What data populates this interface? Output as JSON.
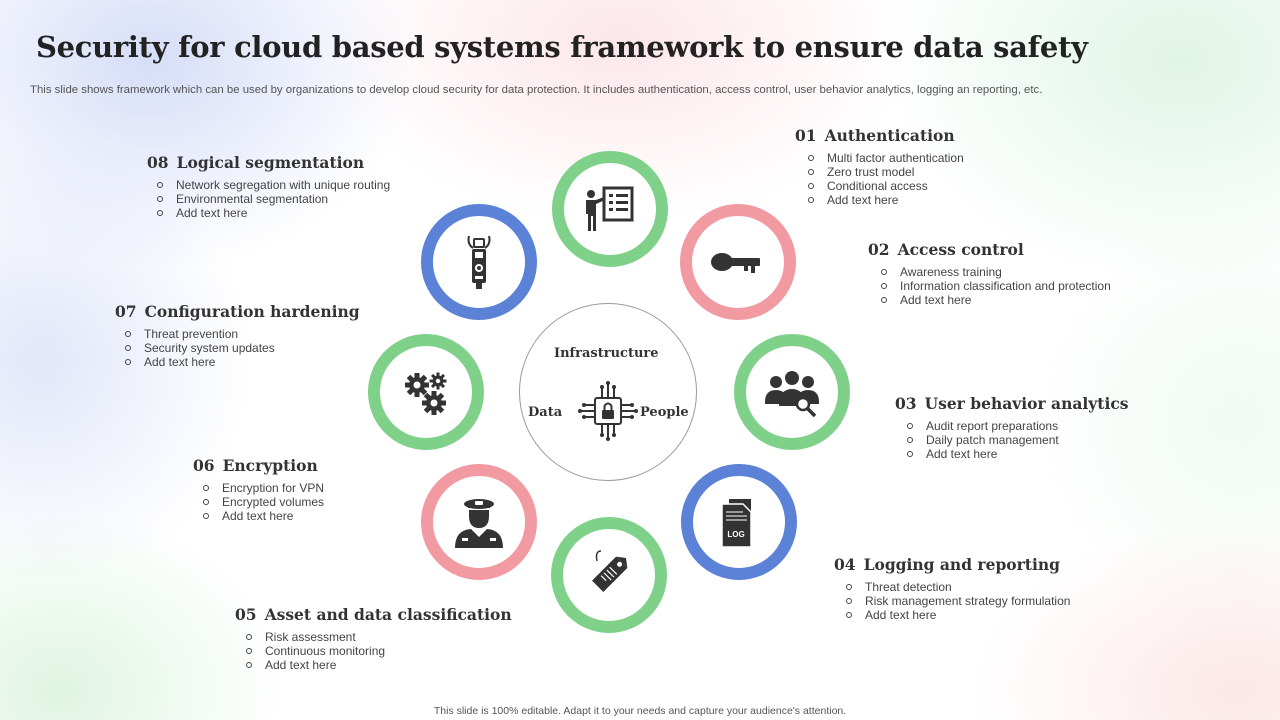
{
  "title": "Security for cloud based systems framework to ensure data safety",
  "subtitle": "This slide shows framework which can be used by organizations to develop cloud security for data protection. It includes authentication, access control, user behavior analytics, logging an reporting, etc.",
  "footer": "This slide is 100% editable. Adapt it to your needs and capture your audience's attention.",
  "center": {
    "top": "Infrastructure",
    "left": "Data",
    "right": "People",
    "icon": "chip-lock-icon"
  },
  "colors": {
    "green": "#7fd18a",
    "pink": "#f29aa1",
    "blue": "#5b82d6",
    "icon": "#333333"
  },
  "steps": [
    {
      "num": "01",
      "title": "Authentication",
      "icon": "presentation-board-icon",
      "ring": "green",
      "items": [
        "Multi factor authentication",
        "Zero trust model",
        "Conditional access",
        "Add text here"
      ]
    },
    {
      "num": "02",
      "title": "Access control",
      "icon": "key-icon",
      "ring": "pink",
      "items": [
        "Awareness training",
        "Information classification and protection",
        "Add text here"
      ]
    },
    {
      "num": "03",
      "title": "User behavior analytics",
      "icon": "user-group-search-icon",
      "ring": "green",
      "items": [
        "Audit report preparations",
        "Daily patch management",
        "Add text here"
      ]
    },
    {
      "num": "04",
      "title": "Logging and reporting",
      "icon": "log-document-icon",
      "ring": "blue",
      "items": [
        "Threat detection",
        "Risk management strategy formulation",
        "Add text here"
      ]
    },
    {
      "num": "05",
      "title": "Asset and data classification",
      "icon": "tag-icon",
      "ring": "green",
      "items": [
        "Risk assessment",
        "Continuous monitoring",
        "Add text here"
      ]
    },
    {
      "num": "06",
      "title": "Encryption",
      "icon": "security-guard-icon",
      "ring": "pink",
      "items": [
        "Encryption for VPN",
        "Encrypted volumes",
        "Add text here"
      ]
    },
    {
      "num": "07",
      "title": "Configuration hardening",
      "icon": "gears-icon",
      "ring": "green",
      "items": [
        "Threat prevention",
        "Security system updates",
        "Add text here"
      ]
    },
    {
      "num": "08",
      "title": "Logical segmentation",
      "icon": "usb-device-icon",
      "ring": "blue",
      "items": [
        "Network segregation with unique routing",
        "Environmental segmentation",
        "Add text here"
      ]
    }
  ]
}
